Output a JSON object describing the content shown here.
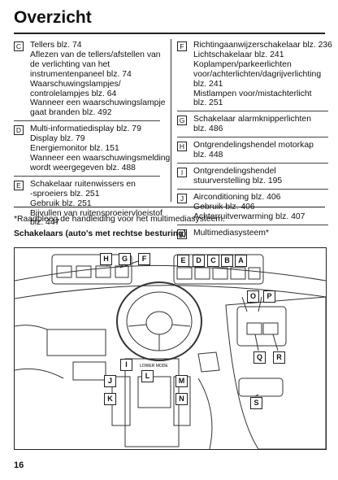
{
  "title": "Overzicht",
  "left_entries": [
    {
      "key": "C",
      "lines": [
        "Tellers blz. 74",
        "Aflezen van de tellers/afstellen van",
        "de verlichting van het",
        "instrumentenpaneel blz. 74",
        "Waarschuwingslampjes/",
        "controlelampjes blz. 64",
        "Wanneer een waarschuwingslampje",
        "gaat branden blz. 492"
      ]
    },
    {
      "key": "D",
      "lines": [
        "Multi-informatiedisplay blz. 79",
        "Display blz. 79",
        "Energiemonitor blz. 151",
        "Wanneer een waarschuwingsmelding",
        "wordt weergegeven blz. 488"
      ]
    },
    {
      "key": "E",
      "lines": [
        "Schakelaar ruitenwissers en",
        "-sproeiers blz. 251",
        "Gebruik blz. 251",
        "Bijvullen van ruitensproeiervloeistof",
        "blz. 447"
      ]
    }
  ],
  "right_entries": [
    {
      "key": "F",
      "lines": [
        "Richtingaanwijzerschakelaar blz. 236",
        "Lichtschakelaar blz. 241",
        "Koplampen/parkeerlichten",
        "voor/achterlichten/dagrijverlichting",
        "blz. 241",
        "Mistlampen voor/mistachterlicht",
        "blz. 251"
      ]
    },
    {
      "key": "G",
      "lines": [
        "Schakelaar alarmknipperlichten",
        "blz. 486"
      ]
    },
    {
      "key": "H",
      "lines": [
        "Ontgrendelingshendel motorkap",
        "blz. 448"
      ]
    },
    {
      "key": "I",
      "lines": [
        "Ontgrendelingshendel",
        "stuurverstelling blz. 195"
      ]
    },
    {
      "key": "J",
      "lines": [
        "Airconditioning blz. 406",
        "Gebruik blz. 406",
        "Achterruitverwarming blz. 407"
      ]
    },
    {
      "key": "K",
      "lines": [
        "Multimediasysteem*"
      ]
    }
  ],
  "footnote": "*Raadpleeg de handleiding voor het multimediasysteem.",
  "subheading": "Schakelaars (auto's met rechtse besturing)",
  "figure_labels": [
    "A",
    "B",
    "C",
    "D",
    "E",
    "F",
    "G",
    "H",
    "I",
    "J",
    "K",
    "L",
    "M",
    "N",
    "O",
    "P",
    "Q",
    "R",
    "S"
  ],
  "figure_text": "LOWER MODE",
  "page_number": "16"
}
